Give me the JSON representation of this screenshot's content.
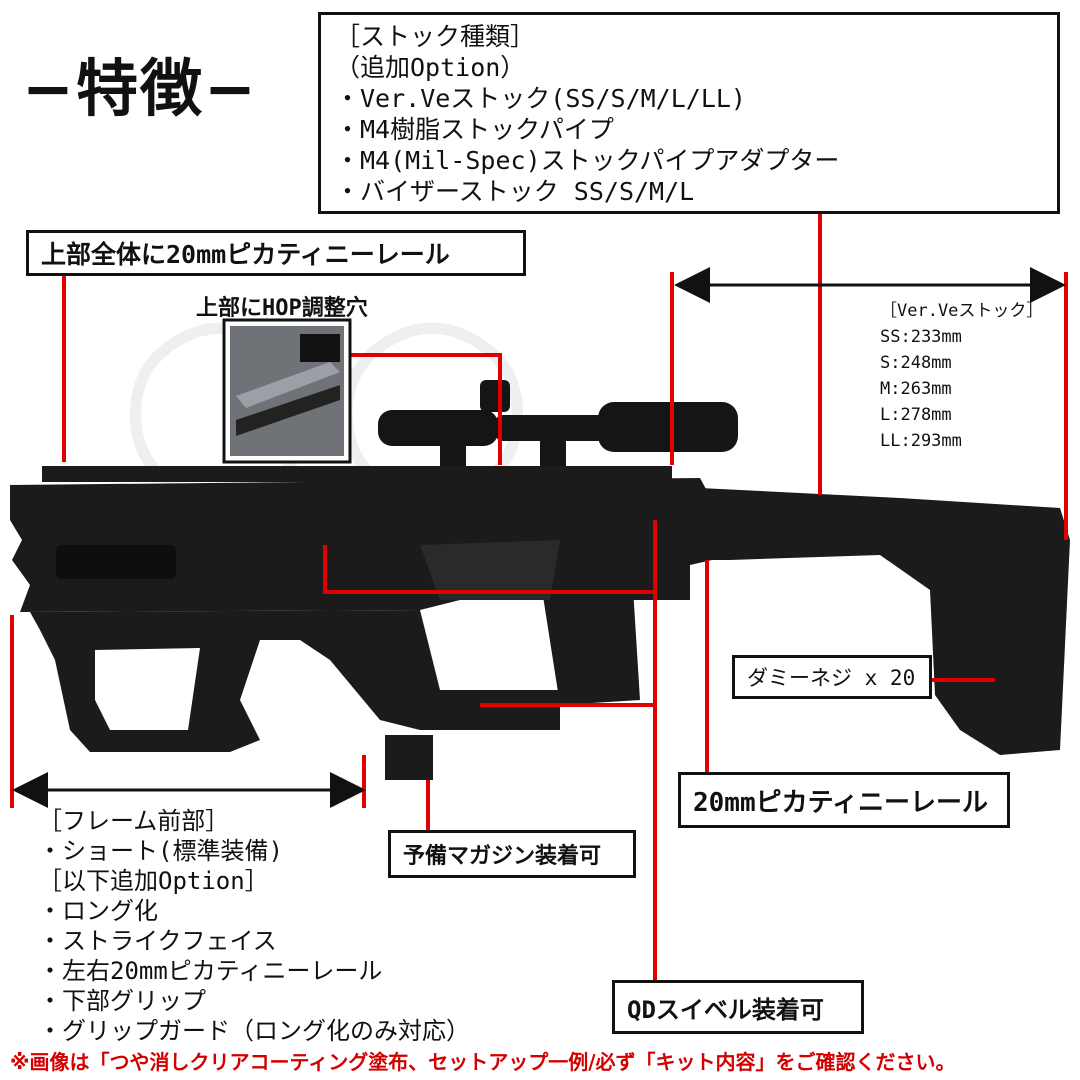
{
  "title": "−特徴−",
  "stock_box": {
    "heading": "［ストック種類］",
    "subheading": "（追加Option）",
    "items": [
      "・Ver.Veストック(SS/S/M/L/LL)",
      "・M4樹脂ストックパイプ",
      "・M4(Mil-Spec)ストックパイプアダプター",
      "・バイザーストック SS/S/M/L"
    ]
  },
  "callouts": {
    "top_rail": "上部全体に20mmピカティニーレール",
    "hop": "上部にHOP調整穴",
    "dummy_screws": "ダミーネジ x 20",
    "side_rail": "20mmピカティニーレール",
    "spare_mag": "予備マガジン装着可",
    "qd_swivel": "QDスイベル装着可"
  },
  "stock_lengths": {
    "heading": "［Ver.Veストック］",
    "items": [
      "SS:233mm",
      "S:248mm",
      "M:263mm",
      "L:278mm",
      "LL:293mm"
    ]
  },
  "frame_front": {
    "heading": "［フレーム前部］",
    "standard": "・ショート(標準装備)",
    "options_heading": "［以下追加Option］",
    "options": [
      "・ロング化",
      "・ストライクフェイス",
      "・左右20mmピカティニーレール",
      "・下部グリップ",
      "・グリップガード（ロング化のみ対応）"
    ]
  },
  "footer_note": "※画像は「つや消しクリアコーティング塗布、セットアップ一例/必ず「キット内容」をご確認ください。",
  "colors": {
    "accent": "#e00000",
    "text": "#111111",
    "gun": "#1b1b1b"
  }
}
